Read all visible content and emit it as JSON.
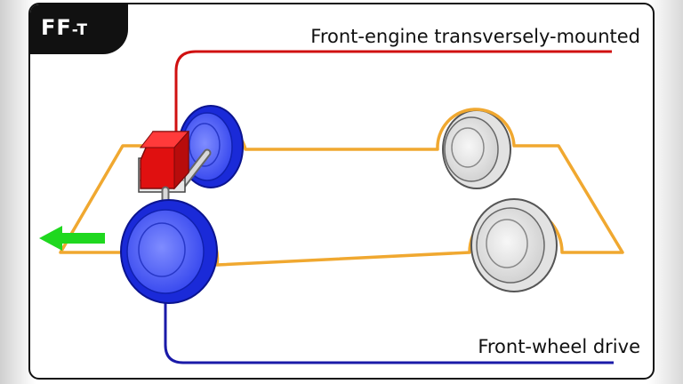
{
  "badge": {
    "code": "FF",
    "suffix": "-T"
  },
  "labels": {
    "engine_layout": "Front-engine transversely-mounted",
    "drive": "Front-wheel drive"
  },
  "colors": {
    "chassis": "#f0a830",
    "engine": "#e01010",
    "drive_wheels": "#1a2ad8",
    "drive_line": "#1a1aa8",
    "engine_line": "#d01010",
    "passive_wheels": "#d6d6d6",
    "direction_arrow": "#1fd81f",
    "badge_bg": "#111111"
  },
  "icons": {
    "direction": "arrow-left-icon"
  }
}
